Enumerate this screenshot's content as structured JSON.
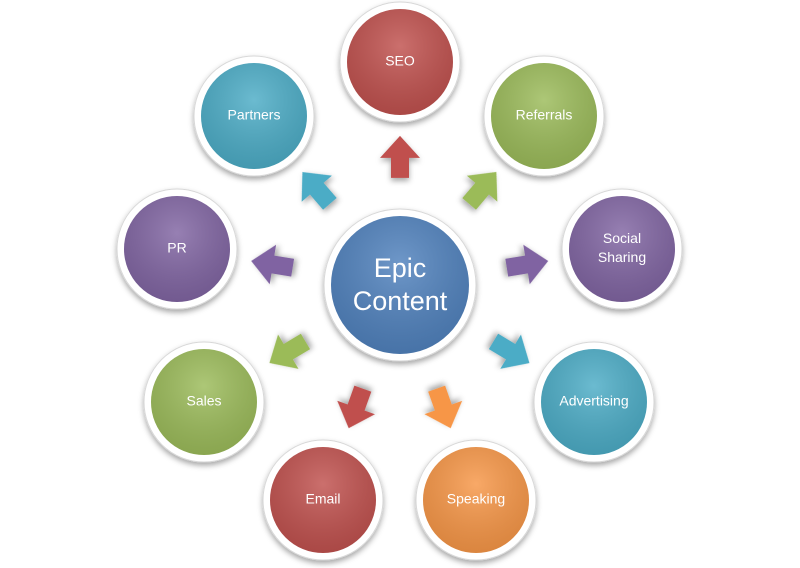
{
  "center": {
    "line1": "Epic",
    "line2": "Content",
    "color": "#4F81BD"
  },
  "nodes": [
    {
      "id": "seo",
      "lines": [
        "SEO"
      ],
      "color": "#C0504D"
    },
    {
      "id": "referrals",
      "lines": [
        "Referrals"
      ],
      "color": "#9BBB59"
    },
    {
      "id": "social",
      "lines": [
        "Social",
        "Sharing"
      ],
      "color": "#8064A2"
    },
    {
      "id": "advertising",
      "lines": [
        "Advertising"
      ],
      "color": "#4BACC6"
    },
    {
      "id": "speaking",
      "lines": [
        "Speaking"
      ],
      "color": "#F79646"
    },
    {
      "id": "email",
      "lines": [
        "Email"
      ],
      "color": "#C0504D"
    },
    {
      "id": "sales",
      "lines": [
        "Sales"
      ],
      "color": "#9BBB59"
    },
    {
      "id": "pr",
      "lines": [
        "PR"
      ],
      "color": "#8064A2"
    },
    {
      "id": "partners",
      "lines": [
        "Partners"
      ],
      "color": "#4BACC6"
    }
  ]
}
